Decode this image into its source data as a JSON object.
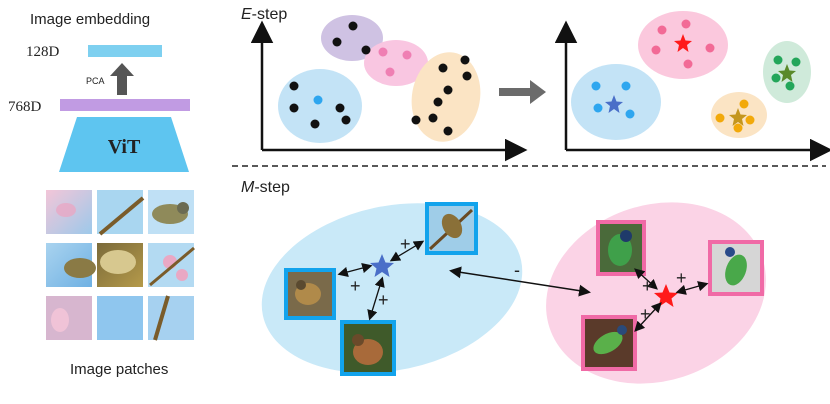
{
  "left_panel": {
    "title": "Image embedding",
    "dim_low": "128D",
    "dim_high": "768D",
    "pca_label": "PCA",
    "model_label": "ViT",
    "caption": "Image patches"
  },
  "e_step": {
    "label_italic": "E",
    "label_rest": "-step",
    "before": {
      "cluster_colors": [
        "#c9bde0",
        "#f9bfe0",
        "#bfe0f5",
        "#fbe4c2"
      ],
      "point_color": "#111111"
    },
    "after": {
      "clusters": [
        {
          "fill": "#bfe0f5",
          "point": "#2ea6ef",
          "star": "#4a6fc8"
        },
        {
          "fill": "#fbc8dd",
          "point": "#f26a96",
          "star": "#ff1a1a"
        },
        {
          "fill": "#fbe4c2",
          "point": "#f2a90a",
          "star": "#c4961e"
        },
        {
          "fill": "#cdebd7",
          "point": "#23a65a",
          "star": "#5a8a2a"
        }
      ]
    }
  },
  "m_step": {
    "label_italic": "M",
    "label_rest": "-step",
    "plus": "+",
    "minus": "-",
    "left_cluster": {
      "fill": "#c9e9f8",
      "frame": "#12a3ec",
      "star": "#4a6fc8"
    },
    "right_cluster": {
      "fill": "#fbd3e6",
      "frame": "#f06aa6",
      "star": "#ff1a1a"
    }
  }
}
